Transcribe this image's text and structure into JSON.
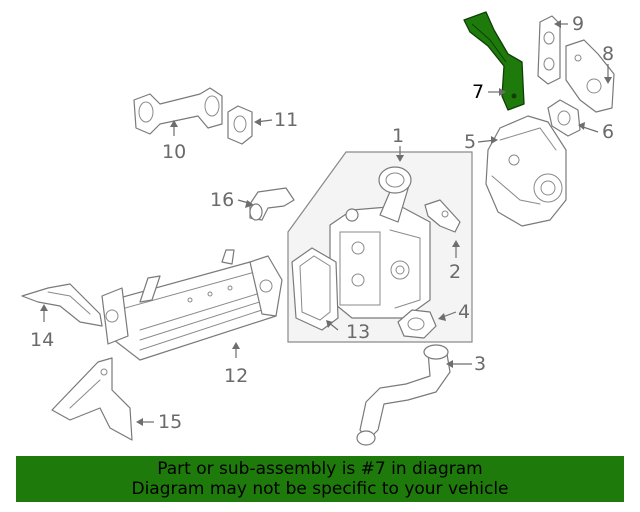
{
  "callouts": {
    "c1": "1",
    "c2": "2",
    "c3": "3",
    "c4": "4",
    "c5": "5",
    "c6": "6",
    "c7": "7",
    "c8": "8",
    "c9": "9",
    "c10": "10",
    "c11": "11",
    "c12": "12",
    "c13": "13",
    "c14": "14",
    "c15": "15",
    "c16": "16"
  },
  "highlighted_part": "7",
  "colors": {
    "highlight": "#1f7a0c",
    "line": "#7a7a7a",
    "banner_bg": "#1f7a0c",
    "banner_text": "#000000"
  },
  "banner": {
    "line1": "Part or sub-assembly is #7 in diagram",
    "line2": "Diagram may not be specific to your vehicle"
  }
}
